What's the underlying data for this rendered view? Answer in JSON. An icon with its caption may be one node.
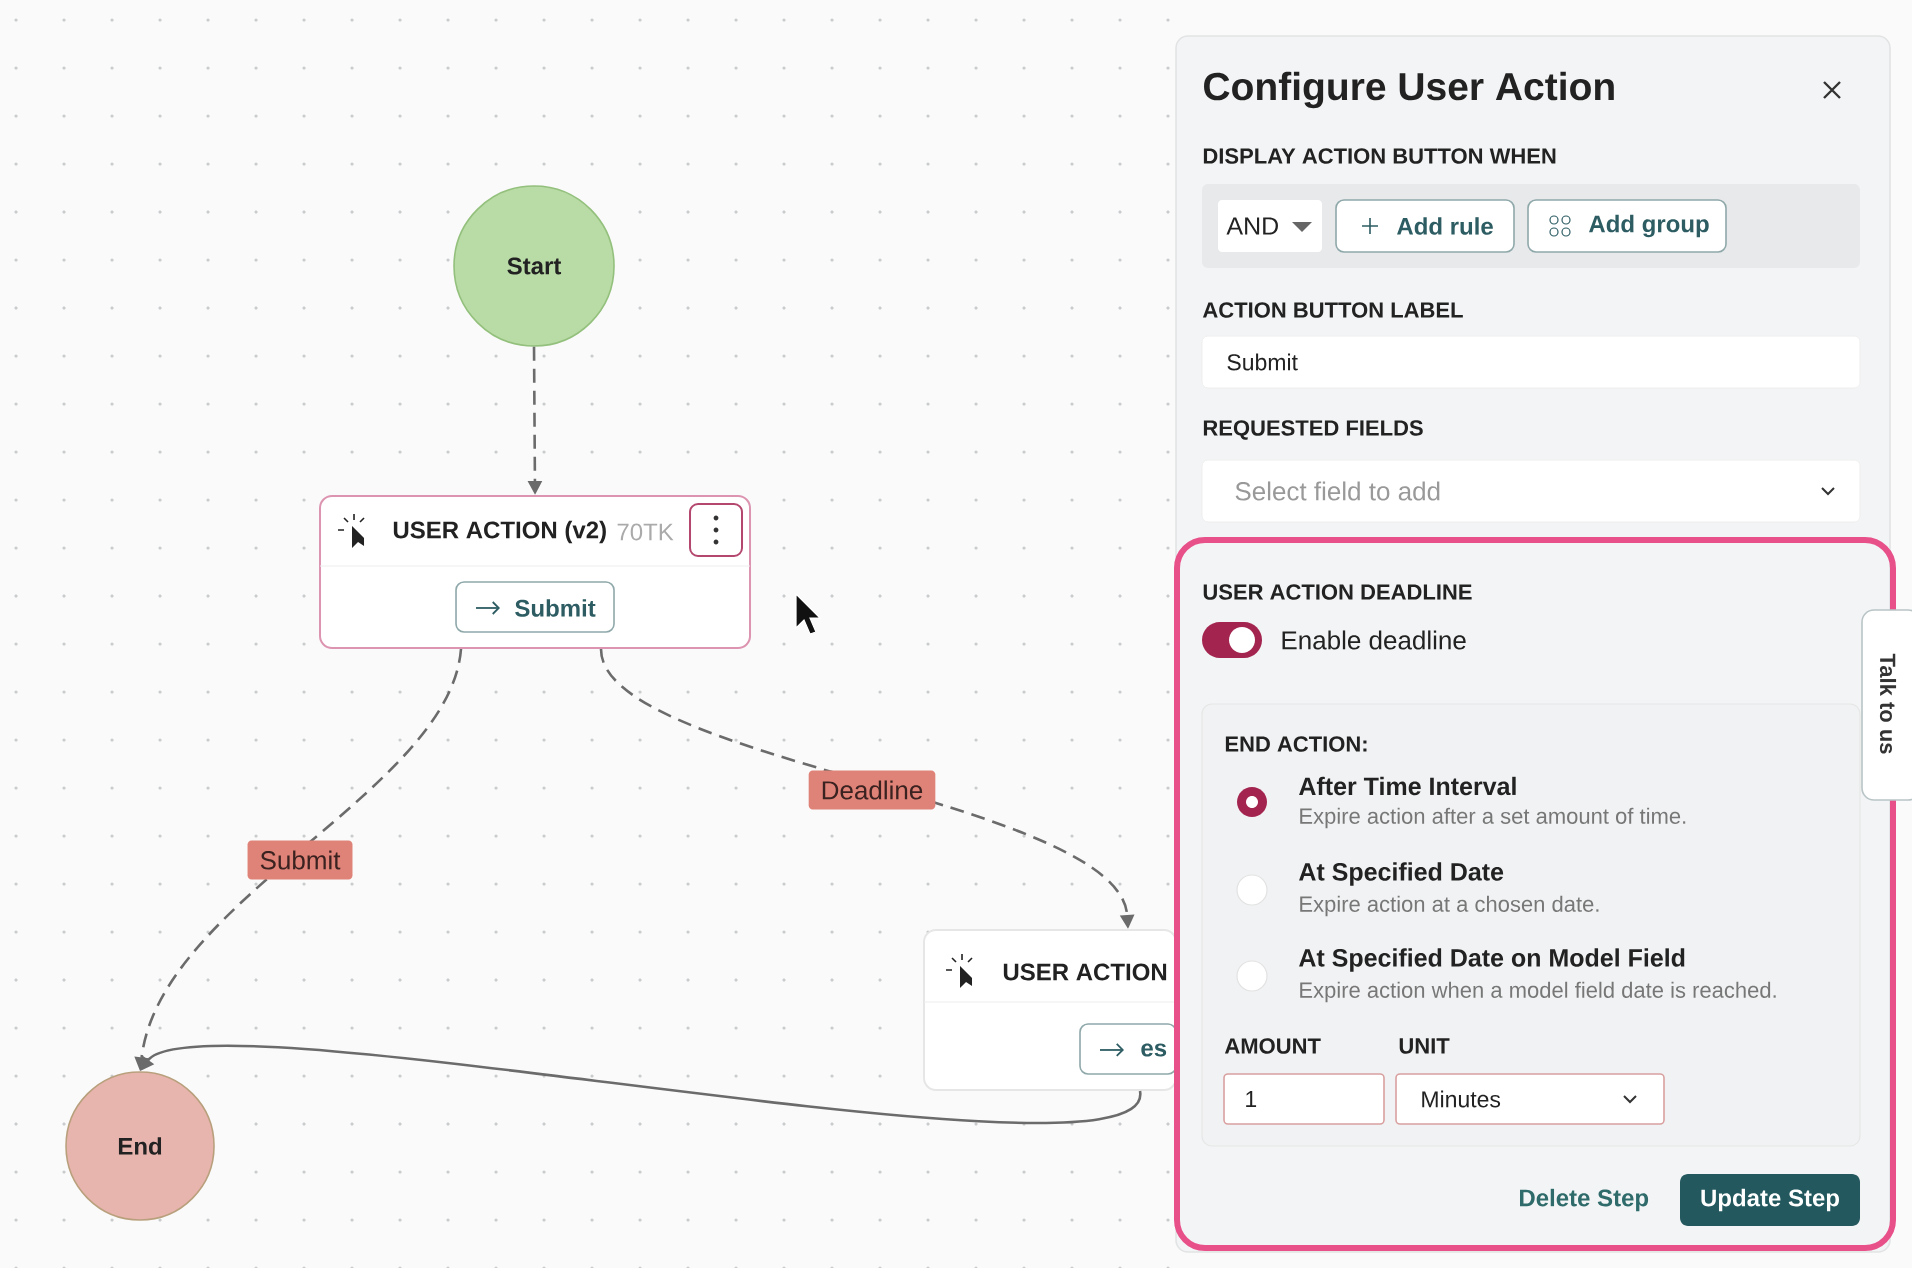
{
  "diagram": {
    "nodes": [
      {
        "text": [
          "Start"
        ]
      },
      {
        "text": [
          "USER ACTION (v2)",
          "70TK"
        ]
      },
      {
        "text": [
          "Submit"
        ],
        "in": 1
      },
      {
        "text": [
          "USER ACTION"
        ]
      },
      {
        "text": [
          "es"
        ],
        "in": 3
      },
      {
        "text": [
          "End"
        ]
      },
      {
        "text": [
          "Configure User Action"
        ]
      },
      {
        "text": [
          "USER ACTION DEADLINE"
        ],
        "in": 6
      },
      {
        "text": [
          "END ACTION:"
        ],
        "in": 7
      }
    ],
    "edges": [
      {
        "from": 0,
        "to": 1,
        "arrow": "to",
        "style": "dashed"
      },
      {
        "from": 1,
        "to": 5,
        "arrow": "to",
        "style": "dashed",
        "label": "Submit"
      },
      {
        "from": 1,
        "to": 3,
        "arrow": "to",
        "style": "dashed",
        "label": "Deadline"
      },
      {
        "from": 3,
        "to": 5,
        "arrow": "to"
      }
    ],
    "labels": [
      "DISPLAY ACTION BUTTON WHEN",
      "AND",
      "Add rule",
      "Add group",
      "ACTION BUTTON LABEL",
      "Submit",
      "REQUESTED FIELDS",
      "Select field to add",
      "Enable deadline",
      "After Time Interval",
      "Expire action after a set amount of time.",
      "At Specified Date",
      "Expire action at a chosen date.",
      "At Specified Date on Model Field",
      "Expire action when a model field date is reached.",
      "AMOUNT",
      "UNIT",
      "1",
      "Minutes",
      "Delete Step",
      "Update Step",
      "Talk to us"
    ]
  }
}
